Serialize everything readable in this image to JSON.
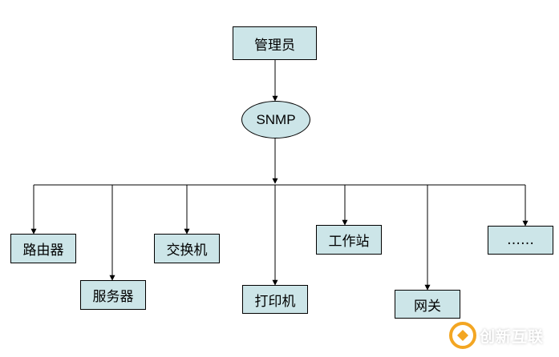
{
  "diagram": {
    "top": {
      "label": "管理员"
    },
    "protocol": {
      "label": "SNMP"
    },
    "devices": [
      {
        "id": "router",
        "label": "路由器"
      },
      {
        "id": "server",
        "label": "服务器"
      },
      {
        "id": "switch",
        "label": "交换机"
      },
      {
        "id": "printer",
        "label": "打印机"
      },
      {
        "id": "workstation",
        "label": "工作站"
      },
      {
        "id": "gateway",
        "label": "网关"
      },
      {
        "id": "more",
        "label": "……"
      }
    ]
  },
  "watermark": {
    "text": "创新互联"
  },
  "colors": {
    "node_fill": "#cce5e8",
    "line": "#000000",
    "watermark_logo": "#f3a623"
  }
}
